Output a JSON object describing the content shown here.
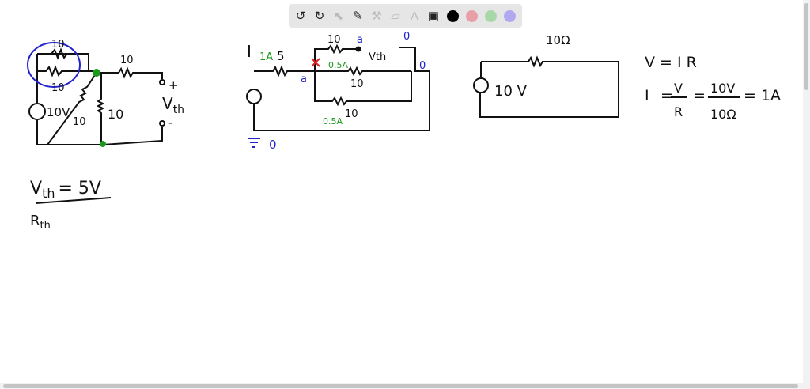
{
  "toolbar": {
    "tools": [
      {
        "name": "undo-icon",
        "glyph": "↺"
      },
      {
        "name": "redo-icon",
        "glyph": "↻"
      },
      {
        "name": "select-icon",
        "glyph": "⬉"
      },
      {
        "name": "pen-icon",
        "glyph": "✎"
      },
      {
        "name": "tools-icon",
        "glyph": "⚒"
      },
      {
        "name": "eraser-icon",
        "glyph": "▱"
      },
      {
        "name": "text-icon",
        "glyph": "A"
      },
      {
        "name": "image-icon",
        "glyph": "▣"
      }
    ],
    "colors": [
      "#000000",
      "#e8a0a8",
      "#a8d8a8",
      "#b0a8f0"
    ]
  },
  "circuit1": {
    "r_top": "10",
    "r_mid": "10",
    "r_series": "10",
    "r_diag": "10",
    "r_shunt": "10",
    "source": "10V",
    "plus": "+",
    "minus": "-",
    "vth": "V",
    "vth_sub": "th"
  },
  "circuit2": {
    "current": "I",
    "current_val": "1A",
    "r_series": "5",
    "node_a1": "a",
    "node_a2": "a",
    "r_top": "10",
    "i_branch1": "0.5A",
    "vth": "Vth",
    "r_mid": "10",
    "i_branch2": "0.5A",
    "r_bot": "10",
    "node_0a": "0",
    "node_0b": "0",
    "ground": "0"
  },
  "circuit3": {
    "resistor": "10Ω",
    "source": "10 V"
  },
  "equations": {
    "ohm": "V = I R",
    "calc_I": "I",
    "calc_V": "V",
    "calc_R": "R",
    "calc_10V": "10V",
    "calc_10ohm": "10Ω",
    "calc_result": "= 1A",
    "vth_result": "V",
    "vth_sub": "th",
    "vth_value": "= 5V",
    "rth": "R",
    "rth_sub": "th"
  }
}
